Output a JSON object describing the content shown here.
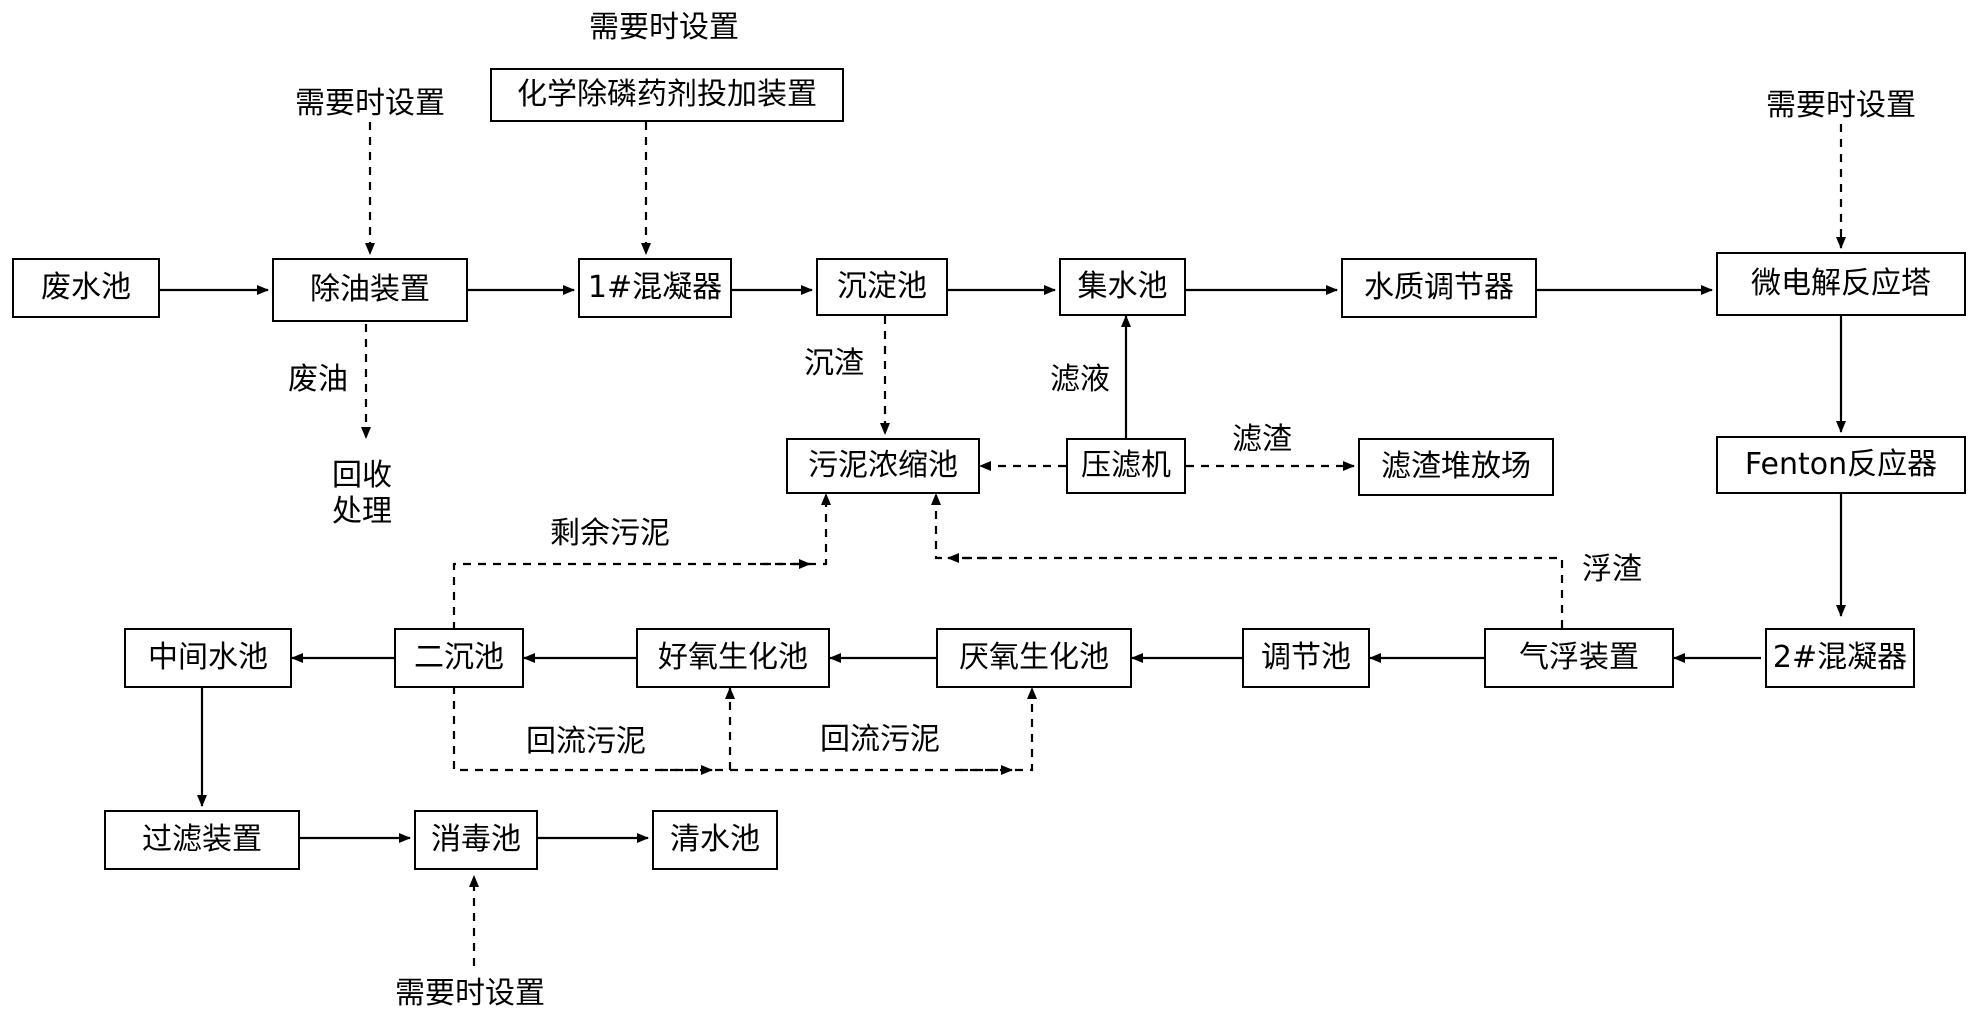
{
  "nodes": {
    "wastewater_tank": "废水池",
    "oil_removal": "除油装置",
    "coagulator_1": "1#混凝器",
    "sedimentation_tank": "沉淀池",
    "collection_tank": "集水池",
    "water_quality_regulator": "水质调节器",
    "micro_electrolysis_tower": "微电解反应塔",
    "fenton_reactor": "Fenton反应器",
    "coagulator_2": "2#混凝器",
    "air_flotation": "气浮装置",
    "regulating_tank": "调节池",
    "anaerobic_tank": "厌氧生化池",
    "aerobic_tank": "好氧生化池",
    "secondary_sedimentation": "二沉池",
    "intermediate_tank": "中间水池",
    "filter_device": "过滤装置",
    "disinfection_tank": "消毒池",
    "clear_water_tank": "清水池",
    "sludge_thickener": "污泥浓缩池",
    "filter_press": "压滤机",
    "filter_residue_yard": "滤渣堆放场",
    "phosphorus_dosing": "化学除磷药剂投加装置"
  },
  "labels": {
    "set_when_needed_oil": "需要时设置",
    "set_when_needed_dosing": "需要时设置",
    "set_when_needed_micro": "需要时设置",
    "set_when_needed_disinfect": "需要时设置",
    "waste_oil": "废油",
    "recovery_line1": "回收",
    "recovery_line2": "处理",
    "sediment": "沉渣",
    "filtrate": "滤液",
    "filter_residue": "滤渣",
    "excess_sludge": "剩余污泥",
    "scum": "浮渣",
    "return_sludge_1": "回流污泥",
    "return_sludge_2": "回流污泥"
  }
}
